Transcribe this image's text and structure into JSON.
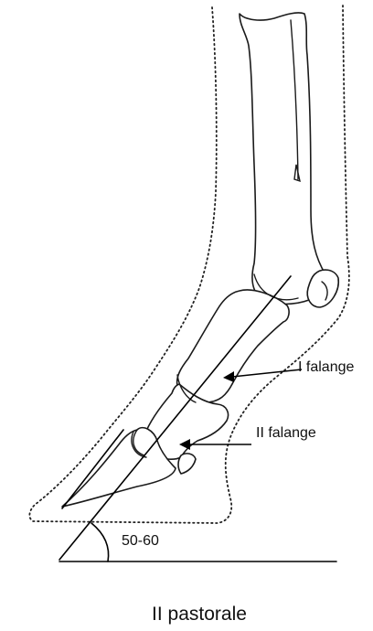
{
  "labels": {
    "falange_1": "I falange",
    "falange_2": "II falange",
    "angle": "50-60",
    "caption": "II pastorale"
  },
  "icons": {
    "arrow": "arrow-left-icon"
  },
  "colors": {
    "ink": "#000000",
    "background": "#ffffff"
  }
}
